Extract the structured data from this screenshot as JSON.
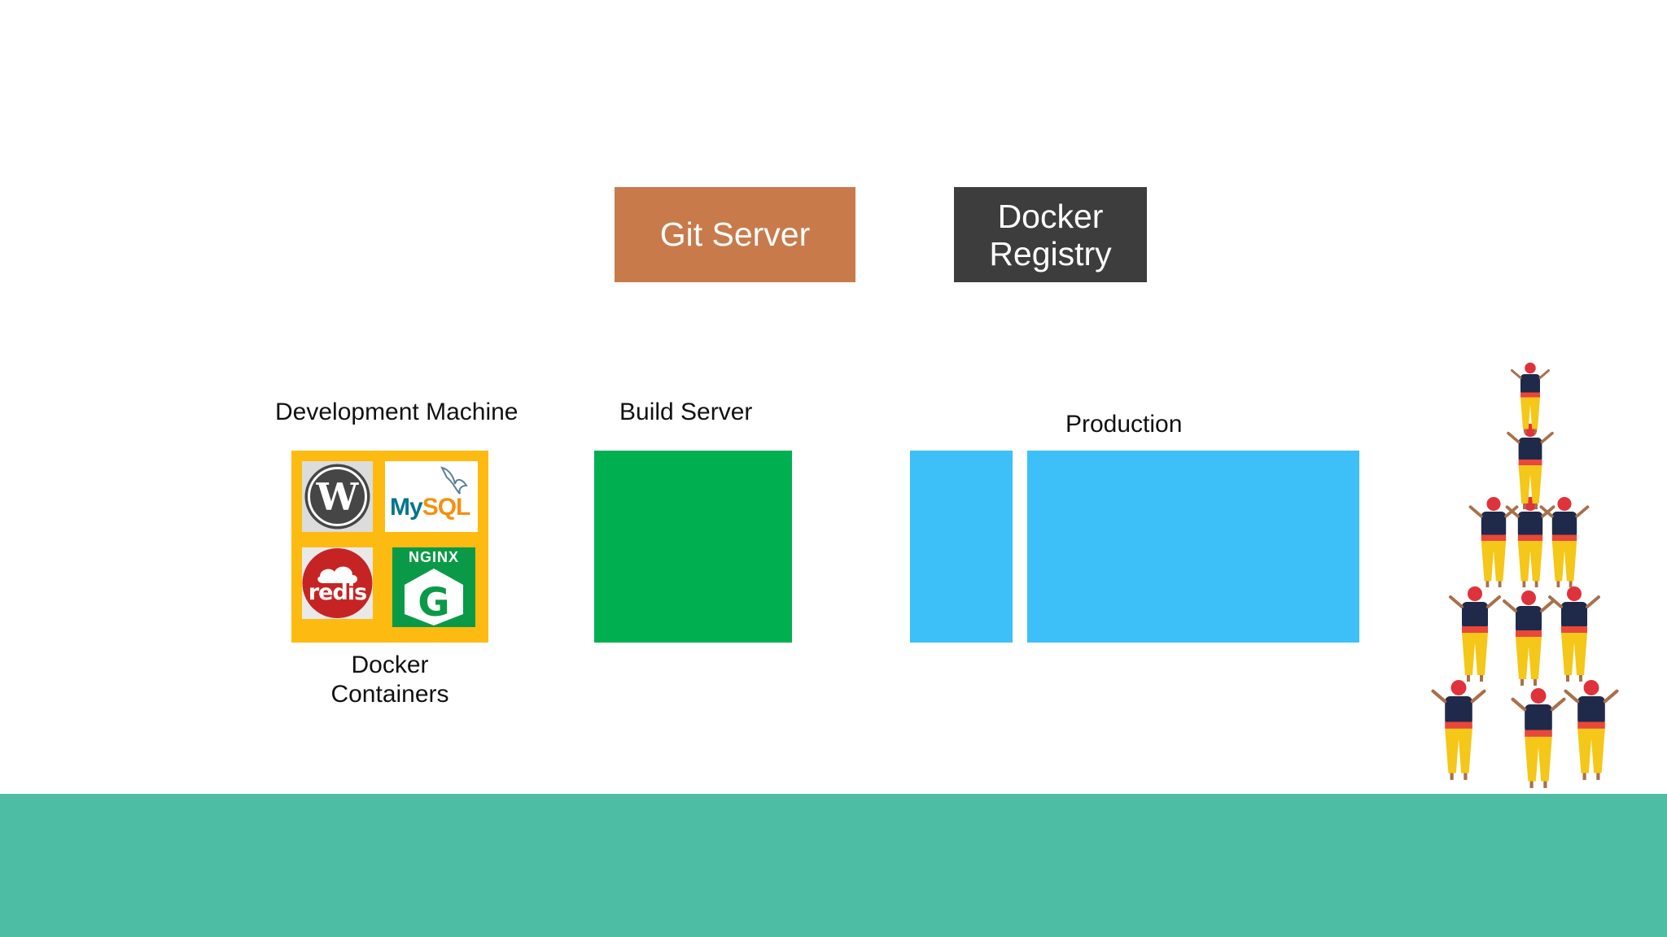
{
  "top_boxes": {
    "git_server": "Git Server",
    "docker_registry_line1": "Docker",
    "docker_registry_line2": "Registry"
  },
  "labels": {
    "development_machine": "Development Machine",
    "build_server": "Build Server",
    "production": "Production",
    "docker_containers_line1": "Docker",
    "docker_containers_line2": "Containers"
  },
  "logos": {
    "wordpress": "W",
    "mysql_my": "My",
    "mysql_sql": "SQL",
    "redis": "redis",
    "nginx": "NGINX",
    "nginx_glyph": "G"
  },
  "colors": {
    "git_server": "#c87a4b",
    "docker_registry": "#3d3d3d",
    "dev_panel": "#fdbb12",
    "build_server": "#00b050",
    "production": "#3dbff8",
    "ground": "#4dbda3"
  }
}
